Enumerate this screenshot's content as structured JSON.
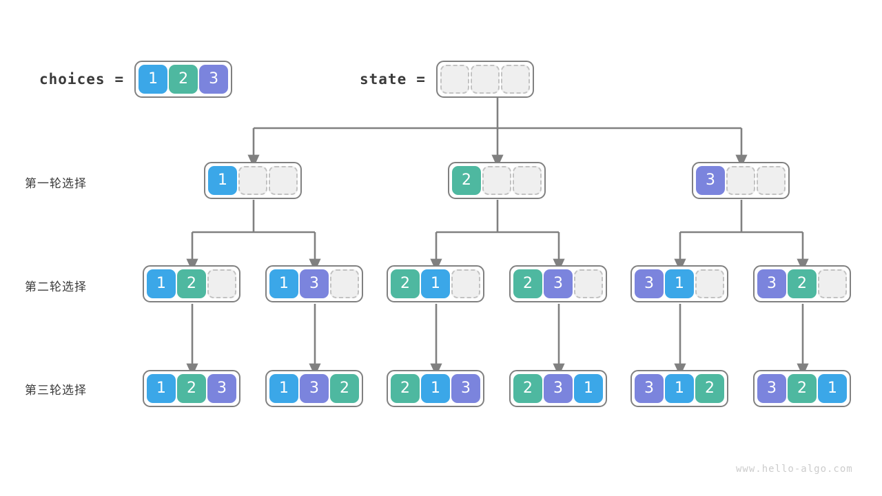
{
  "title": "Permutation backtracking tree",
  "palette": {
    "blue": "#3ba7e8",
    "teal": "#4eb8a0",
    "purple": "#7b84dd",
    "empty_fill": "#efefef",
    "empty_border": "#c2c2c2",
    "node_border": "#808080",
    "wire": "#808080",
    "text": "#3c3c3c",
    "watermark": "#cccccc"
  },
  "header": {
    "choices": {
      "label": "choices",
      "equals": "=",
      "cells": [
        {
          "value": "1",
          "color": "blue"
        },
        {
          "value": "2",
          "color": "teal"
        },
        {
          "value": "3",
          "color": "purple"
        }
      ]
    },
    "state": {
      "label": "state",
      "equals": "=",
      "cells": [
        {
          "value": "",
          "color": "empty"
        },
        {
          "value": "",
          "color": "empty"
        },
        {
          "value": "",
          "color": "empty"
        }
      ]
    }
  },
  "rows": [
    {
      "label": "第一轮选择",
      "nodes": [
        {
          "cells": [
            {
              "value": "1",
              "color": "blue"
            },
            {
              "value": "",
              "color": "empty"
            },
            {
              "value": "",
              "color": "empty"
            }
          ]
        },
        {
          "cells": [
            {
              "value": "2",
              "color": "teal"
            },
            {
              "value": "",
              "color": "empty"
            },
            {
              "value": "",
              "color": "empty"
            }
          ]
        },
        {
          "cells": [
            {
              "value": "3",
              "color": "purple"
            },
            {
              "value": "",
              "color": "empty"
            },
            {
              "value": "",
              "color": "empty"
            }
          ]
        }
      ]
    },
    {
      "label": "第二轮选择",
      "nodes": [
        {
          "cells": [
            {
              "value": "1",
              "color": "blue"
            },
            {
              "value": "2",
              "color": "teal"
            },
            {
              "value": "",
              "color": "empty"
            }
          ]
        },
        {
          "cells": [
            {
              "value": "1",
              "color": "blue"
            },
            {
              "value": "3",
              "color": "purple"
            },
            {
              "value": "",
              "color": "empty"
            }
          ]
        },
        {
          "cells": [
            {
              "value": "2",
              "color": "teal"
            },
            {
              "value": "1",
              "color": "blue"
            },
            {
              "value": "",
              "color": "empty"
            }
          ]
        },
        {
          "cells": [
            {
              "value": "2",
              "color": "teal"
            },
            {
              "value": "3",
              "color": "purple"
            },
            {
              "value": "",
              "color": "empty"
            }
          ]
        },
        {
          "cells": [
            {
              "value": "3",
              "color": "purple"
            },
            {
              "value": "1",
              "color": "blue"
            },
            {
              "value": "",
              "color": "empty"
            }
          ]
        },
        {
          "cells": [
            {
              "value": "3",
              "color": "purple"
            },
            {
              "value": "2",
              "color": "teal"
            },
            {
              "value": "",
              "color": "empty"
            }
          ]
        }
      ]
    },
    {
      "label": "第三轮选择",
      "nodes": [
        {
          "cells": [
            {
              "value": "1",
              "color": "blue"
            },
            {
              "value": "2",
              "color": "teal"
            },
            {
              "value": "3",
              "color": "purple"
            }
          ]
        },
        {
          "cells": [
            {
              "value": "1",
              "color": "blue"
            },
            {
              "value": "3",
              "color": "purple"
            },
            {
              "value": "2",
              "color": "teal"
            }
          ]
        },
        {
          "cells": [
            {
              "value": "2",
              "color": "teal"
            },
            {
              "value": "1",
              "color": "blue"
            },
            {
              "value": "3",
              "color": "purple"
            }
          ]
        },
        {
          "cells": [
            {
              "value": "2",
              "color": "teal"
            },
            {
              "value": "3",
              "color": "purple"
            },
            {
              "value": "1",
              "color": "blue"
            }
          ]
        },
        {
          "cells": [
            {
              "value": "3",
              "color": "purple"
            },
            {
              "value": "1",
              "color": "blue"
            },
            {
              "value": "2",
              "color": "teal"
            }
          ]
        },
        {
          "cells": [
            {
              "value": "3",
              "color": "purple"
            },
            {
              "value": "2",
              "color": "teal"
            },
            {
              "value": "1",
              "color": "blue"
            }
          ]
        }
      ]
    }
  ],
  "watermark": "www.hello-algo.com"
}
